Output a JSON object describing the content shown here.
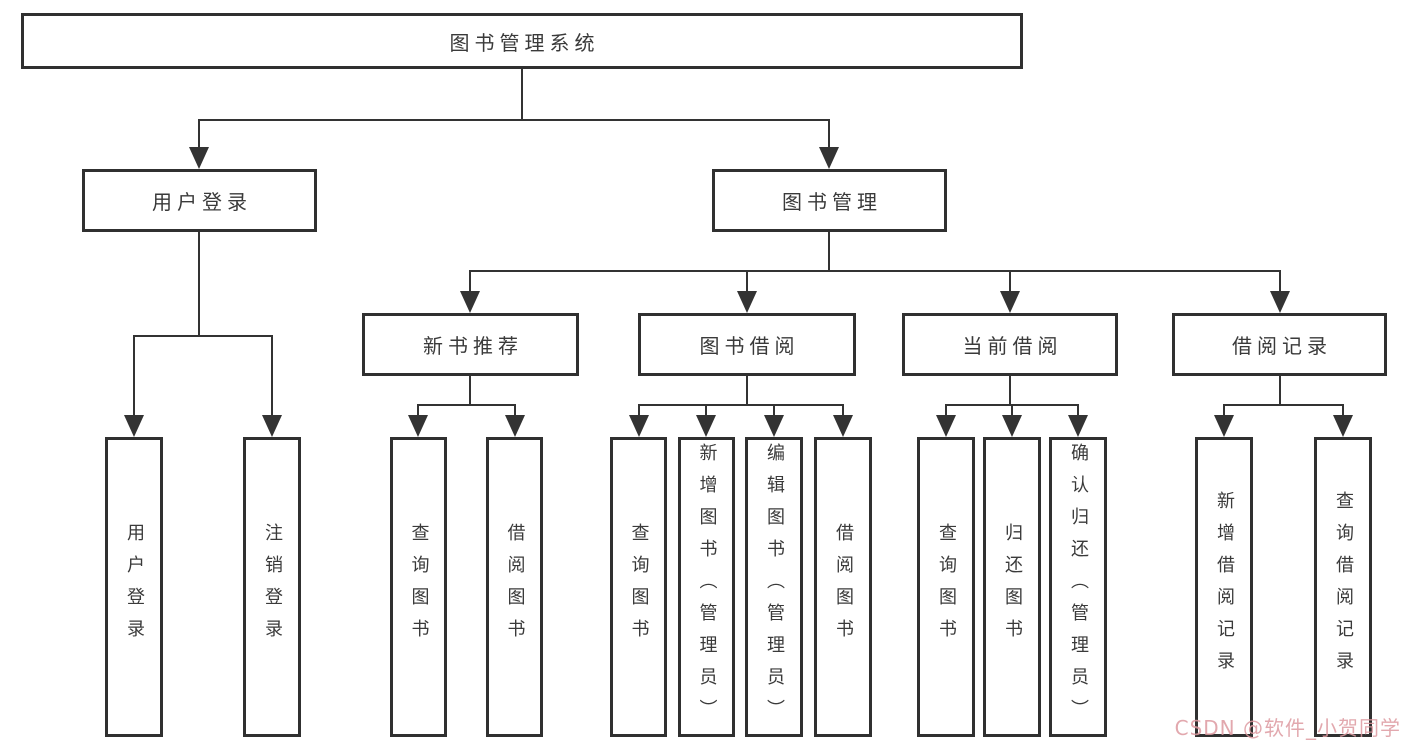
{
  "diagram": {
    "title": "图书管理系统",
    "level2": {
      "user_login": "用户登录",
      "book_mgmt": "图书管理"
    },
    "level3": {
      "new_books": "新书推荐",
      "book_borrow": "图书借阅",
      "current_borrow": "当前借阅",
      "borrow_records": "借阅记录"
    },
    "leaves": {
      "user_login": "用户登录",
      "user_logout": "注销登录",
      "nb_query_book": "查询图书",
      "nb_borrow_book": "借阅图书",
      "bb_query_book": "查询图书",
      "bb_add_book": "新增图书（管理员）",
      "bb_edit_book": "编辑图书（管理员）",
      "bb_borrow_book": "借阅图书",
      "cb_query_book": "查询图书",
      "cb_return_book": "归还图书",
      "cb_confirm_return": "确认归还（管理员）",
      "br_add_record": "新增借阅记录",
      "br_query_record": "查询借阅记录"
    }
  },
  "watermark": {
    "text": "CSDN @软件_小贺同学"
  },
  "colors": {
    "line": "#333333",
    "border": "#303030",
    "text": "#3a3a3a",
    "watermark": "#dd9aa0",
    "bg": "#ffffff"
  }
}
